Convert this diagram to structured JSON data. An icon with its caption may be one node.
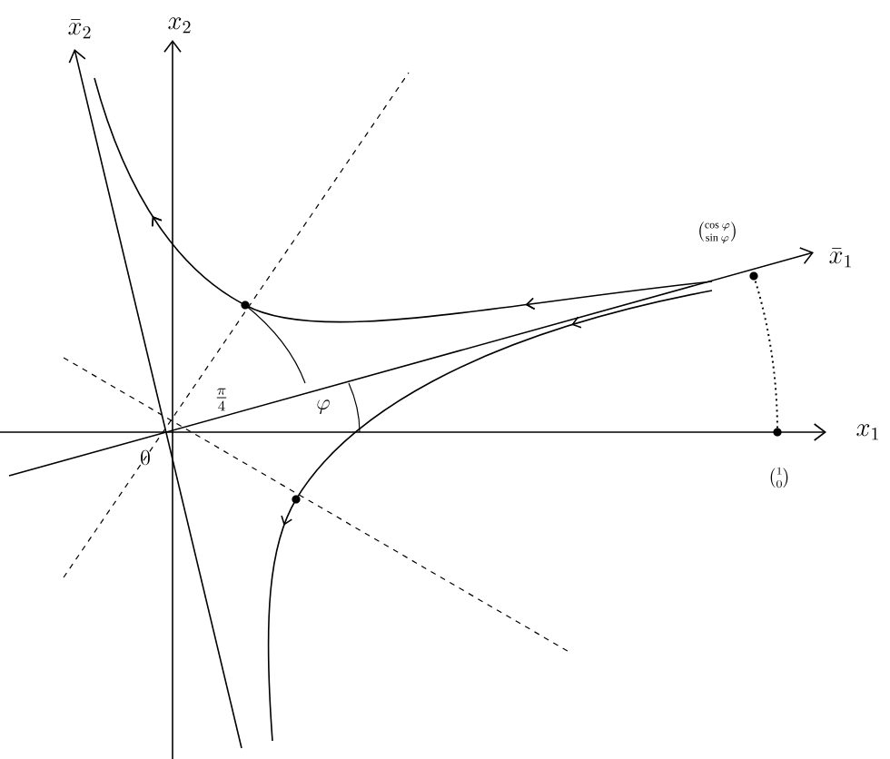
{
  "diagram": {
    "labels": [
      "\\bar{x}_2",
      "x_2",
      "\\bar{x}_1",
      "x_1",
      "0",
      "\\frac{\\pi}{4}",
      "\\varphi",
      "\\binom{\\cos\\varphi}{\\sin\\varphi}",
      "\\binom{1}{0}"
    ]
  }
}
